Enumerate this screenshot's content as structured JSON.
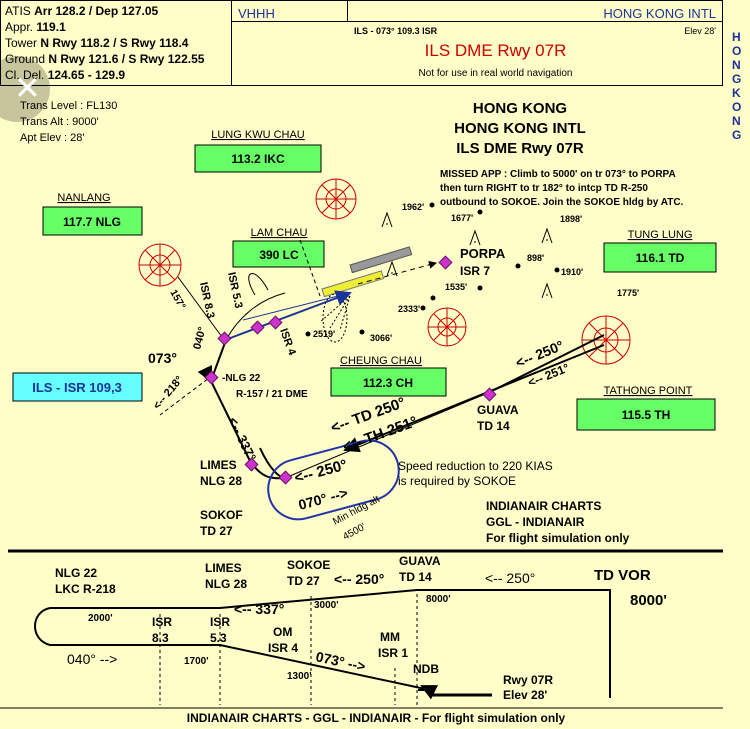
{
  "header": {
    "comm": {
      "atis_label": "ATIS",
      "atis_arr": "Arr 128.2 / Dep 127.05",
      "appr_label": "Appr.",
      "appr": "119.1",
      "tower_label": "Tower",
      "tower": "N Rwy 118.2 / S Rwy 118.4",
      "ground_label": "Ground",
      "ground": "N Rwy 121.6 / S Rwy 122.55",
      "cldel_label": "Cl. Del.",
      "cldel": "124.65 - 129.9"
    },
    "icao": "VHHH",
    "airport_name": "HONG KONG INTL",
    "ils_freq": "ILS - 073° 109.3 ISR",
    "elev": "Elev 28'",
    "procedure": "ILS DME Rwy 07R",
    "disclaimer": "Not for use in real world navigation",
    "side_tab": "HONG KONG"
  },
  "plan": {
    "trans_level": "Trans Level : FL130",
    "trans_alt": "Trans Alt : 9000'",
    "apt_elev": "Apt Elev : 28'",
    "title1": "HONG KONG",
    "title2": "HONG KONG INTL",
    "title3": "ILS DME Rwy 07R",
    "missed_app": [
      "MISSED APP : Climb to 5000' on tr 073° to PORPA",
      "then turn RIGHT to tr 182° to intcp TD R-250",
      "outbound to SOKOE. Join the SOKOE hldg by ATC."
    ],
    "navaids": [
      {
        "name": "LUNG KWU CHAU",
        "freq": "113.2 IKC"
      },
      {
        "name": "NANLANG",
        "freq": "117.7 NLG"
      },
      {
        "name": "LAM CHAU",
        "freq": "390 LC"
      },
      {
        "name": "TUNG LUNG",
        "freq": "116.1 TD"
      },
      {
        "name": "CHEUNG CHAU",
        "freq": "112.3 CH"
      },
      {
        "name": "TATHONG POINT",
        "freq": "115.5 TH"
      }
    ],
    "ils_box": "ILS - ISR 109,3",
    "spot_elevations": [
      "1962'",
      "1677'",
      "1898'",
      "898'",
      "1910'",
      "1535'",
      "2333'",
      "1775'",
      "2519'",
      "3066'"
    ],
    "fixes": {
      "porpa": "PORPA",
      "isr7": "ISR 7",
      "isr53": "ISR 5.3",
      "isr83": "ISR 8.3",
      "isr4": "ISR 4",
      "nlg22": "-NLG 22",
      "r157": "R-157 / 21 DME",
      "limes": "LIMES",
      "nlg28": "NLG 28",
      "sokof": "SOKOF",
      "td27": "TD 27",
      "guava": "GUAVA",
      "td14": "TD 14"
    },
    "tracks": {
      "r157": "157°",
      "c073": "073°",
      "c040": "040°",
      "c218": "<-- 218°",
      "c337": "<-- 337°",
      "td250": "<-- TD 250°",
      "th251": "<-- TH 251°",
      "c250a": "<-- 250°",
      "c251": "<-- 251°",
      "hold_in": "<-- 250°",
      "hold_out": "070° -->",
      "min_hldg": [
        "Min hldg alt",
        "4500'"
      ]
    },
    "speed_note": [
      "Speed reduction to 220 KIAS",
      "is required by SOKOE"
    ],
    "footer_note": [
      "INDIANAIR CHARTS",
      "GGL - INDIANAIR",
      "For flight simulation only"
    ]
  },
  "profile": {
    "nlg22": [
      "NLG 22",
      "LKC R-218"
    ],
    "limes": [
      "LIMES",
      "NLG 28"
    ],
    "sokoe": [
      "SOKOE",
      "TD 27"
    ],
    "guava": [
      "GUAVA",
      "TD 14"
    ],
    "c250a": "<-- 250°",
    "c250b": "<-- 250°",
    "tdvor": "TD VOR",
    "a8000": "8000'",
    "a8000b": "8000'",
    "a2000": "2000'",
    "a3000": "3000'",
    "isr83": [
      "ISR",
      "8.3"
    ],
    "isr53": [
      "ISR",
      "5.3"
    ],
    "c337": "<-- 337°",
    "om": [
      "OM",
      "ISR 4"
    ],
    "mm": [
      "MM",
      "ISR 1"
    ],
    "c073": "073° -->",
    "c040": "040° -->",
    "a1700": "1700'",
    "a1300": "1300'",
    "ndb": "NDB",
    "rwy": [
      "Rwy 07R",
      "Elev 28'"
    ]
  },
  "bottom_bar": "INDIANAIR CHARTS - GGL - INDIANAIR - For flight simulation only",
  "colors": {
    "paper": "#fffdc8",
    "navaid_box": "#66ff66",
    "ils_box": "#66ffff",
    "fix": "#cc33cc",
    "red": "#cc0000",
    "hold": "#2233aa"
  }
}
